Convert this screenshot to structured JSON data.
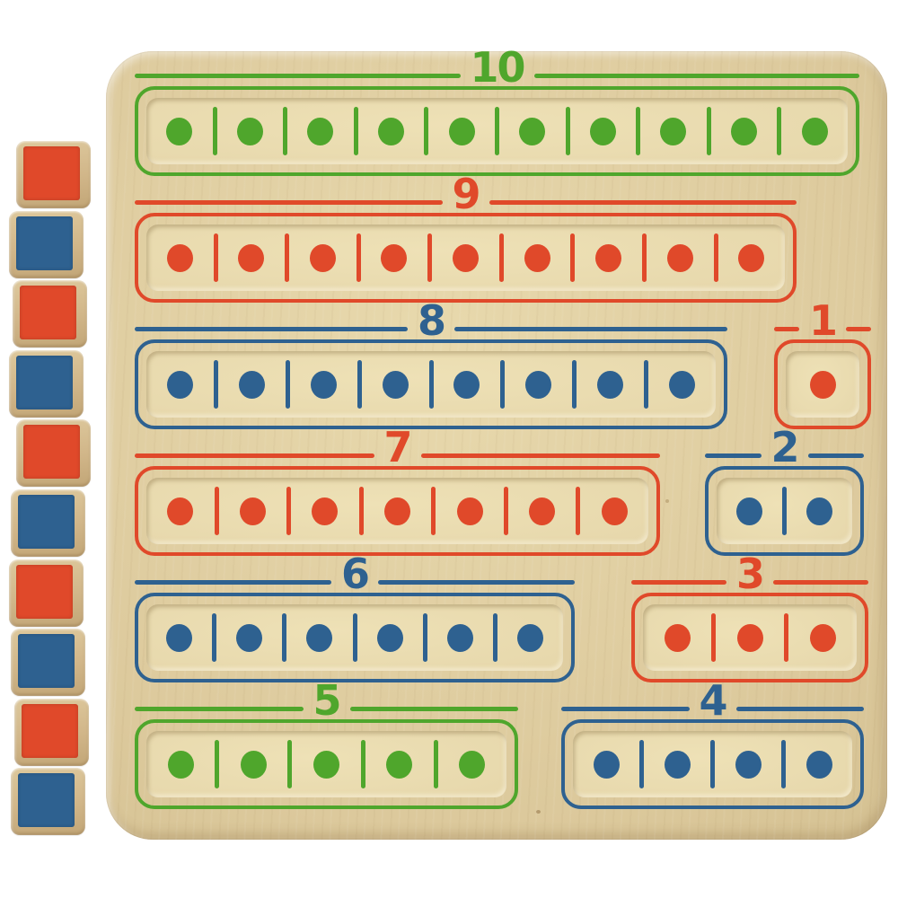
{
  "palette": {
    "green": "#4fa62c",
    "red": "#e0492a",
    "blue": "#2e6190",
    "board_wood": "#dcc99c",
    "recess_wood": "#e6d7ab",
    "block_wood": "#d1b689",
    "background": "#ffffff"
  },
  "board": {
    "trays": [
      {
        "label": "10",
        "count": 10,
        "color": "green"
      },
      {
        "label": "9",
        "count": 9,
        "color": "red"
      },
      {
        "label": "8",
        "count": 8,
        "color": "blue"
      },
      {
        "label": "7",
        "count": 7,
        "color": "red"
      },
      {
        "label": "6",
        "count": 6,
        "color": "blue"
      },
      {
        "label": "5",
        "count": 5,
        "color": "green"
      },
      {
        "label": "1",
        "count": 1,
        "color": "red"
      },
      {
        "label": "2",
        "count": 2,
        "color": "blue"
      },
      {
        "label": "3",
        "count": 3,
        "color": "red"
      },
      {
        "label": "4",
        "count": 4,
        "color": "blue"
      }
    ]
  },
  "block_stack": {
    "blocks": [
      "red",
      "blue",
      "red",
      "blue",
      "red",
      "blue",
      "red",
      "blue",
      "red",
      "blue"
    ]
  }
}
